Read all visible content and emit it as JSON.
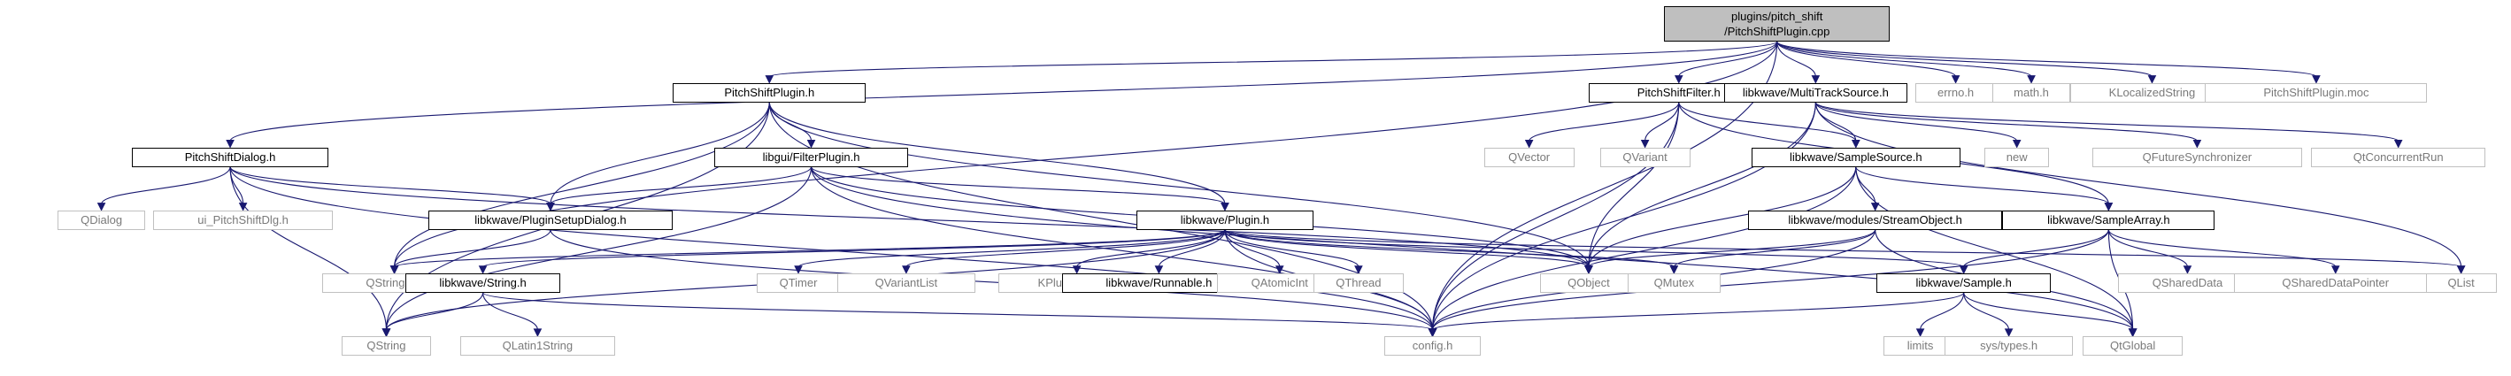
{
  "diagram": {
    "root": {
      "line1": "plugins/pitch_shift",
      "line2": "/PitchShiftPlugin.cpp"
    },
    "nodes": {
      "pitchshiftdialog_h": "PitchShiftDialog.h",
      "pitchshiftplugin_h": "PitchShiftPlugin.h",
      "pitchshiftfilter_h": "PitchShiftFilter.h",
      "multitracksource_h": "libkwave/MultiTrackSource.h",
      "errno_h": "errno.h",
      "math_h": "math.h",
      "klocalizedstring": "KLocalizedString",
      "pitchshiftplugin_moc": "PitchShiftPlugin.moc",
      "filterplugin_h": "libgui/FilterPlugin.h",
      "qdialog": "QDialog",
      "ui_pitchshiftdlg_h": "ui_PitchShiftDlg.h",
      "pluginsetupdialog_h": "libkwave/PluginSetupDialog.h",
      "qvector": "QVector",
      "qvariant": "QVariant",
      "samplesource_h": "libkwave/SampleSource.h",
      "new": "new",
      "qfuturesynchronizer": "QFutureSynchronizer",
      "qtconcurrentrun": "QtConcurrentRun",
      "streamobject_h": "libkwave/modules/StreamObject.h",
      "samplearray_h": "libkwave/SampleArray.h",
      "plugin_h": "libkwave/Plugin.h",
      "qstringlist": "QStringList",
      "string_h": "libkwave/String.h",
      "qtimer": "QTimer",
      "qvariantlist": "QVariantList",
      "kpluginfactory": "KPluginFactory",
      "runnable_h": "libkwave/Runnable.h",
      "qatomicint": "QAtomicInt",
      "qthread": "QThread",
      "qobject": "QObject",
      "qmutex": "QMutex",
      "sample_h": "libkwave/Sample.h",
      "qshareddata": "QSharedData",
      "qshareddatapointer": "QSharedDataPointer",
      "qlist": "QList",
      "qstring": "QString",
      "qlatin1string": "QLatin1String",
      "config_h": "config.h",
      "limits": "limits",
      "sys_types_h": "sys/types.h",
      "qtglobal": "QtGlobal"
    }
  }
}
